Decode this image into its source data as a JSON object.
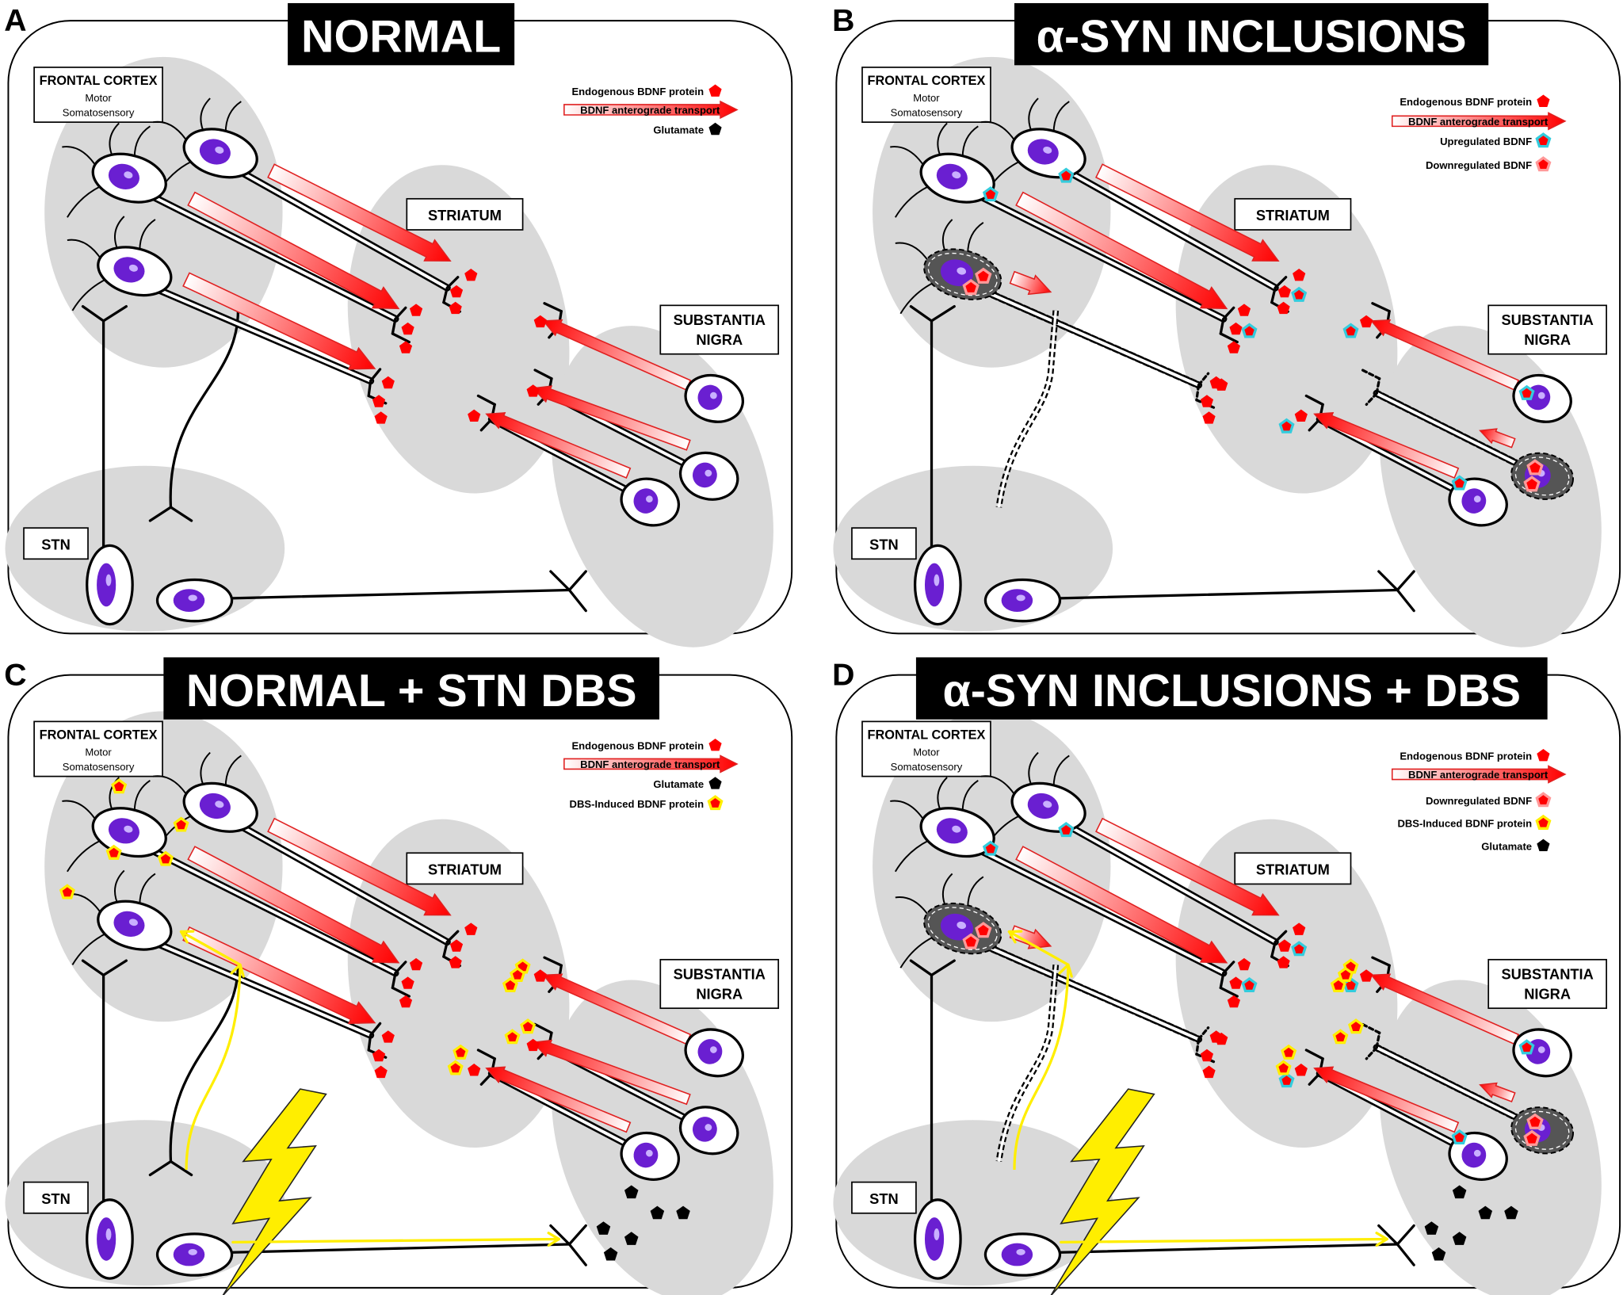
{
  "colors": {
    "region_gray": "#d9d9d9",
    "nucleus_purple": "#6a1fd1",
    "bdnf_red": "#ff0000",
    "upregulated_outline": "#33ccdd",
    "dbs_yellow": "#ffee00",
    "inclusion_dark": "#555555"
  },
  "regions": {
    "frontal_cortex": "FRONTAL CORTEX",
    "motor": "Motor",
    "somatosensory": "Somatosensory",
    "striatum": "STRIATUM",
    "sn_line1": "SUBSTANTIA",
    "sn_line2": "NIGRA",
    "stn": "STN"
  },
  "panels": [
    {
      "letter": "A",
      "title": "NORMAL",
      "legend": [
        {
          "label": "Endogenous BDNF protein",
          "icon": "red-pentagon"
        },
        {
          "label": "BDNF anterograde transport",
          "icon": "red-arrow"
        },
        {
          "label": "Glutamate",
          "icon": "black-pentagon"
        }
      ]
    },
    {
      "letter": "B",
      "title": "α-SYN INCLUSIONS",
      "legend": [
        {
          "label": "Endogenous BDNF protein",
          "icon": "red-pentagon"
        },
        {
          "label": "BDNF anterograde transport",
          "icon": "red-arrow"
        },
        {
          "label": "Upregulated BDNF",
          "icon": "cyan-outlined-pentagon"
        },
        {
          "label": "Downregulated BDNF",
          "icon": "pink-outlined-pentagon"
        }
      ]
    },
    {
      "letter": "C",
      "title": "NORMAL + STN DBS",
      "legend": [
        {
          "label": "Endogenous BDNF protein",
          "icon": "red-pentagon"
        },
        {
          "label": "BDNF anterograde transport",
          "icon": "red-arrow"
        },
        {
          "label": "Glutamate",
          "icon": "black-pentagon"
        },
        {
          "label": "DBS-Induced BDNF protein",
          "icon": "yellow-outlined-pentagon"
        }
      ]
    },
    {
      "letter": "D",
      "title": "α-SYN INCLUSIONS + DBS",
      "legend": [
        {
          "label": "Endogenous BDNF protein",
          "icon": "red-pentagon"
        },
        {
          "label": "BDNF anterograde transport",
          "icon": "red-arrow"
        },
        {
          "label": "Downregulated BDNF",
          "icon": "pink-outlined-pentagon"
        },
        {
          "label": "DBS-Induced BDNF protein",
          "icon": "yellow-outlined-pentagon"
        },
        {
          "label": "Glutamate",
          "icon": "black-pentagon"
        }
      ]
    }
  ]
}
